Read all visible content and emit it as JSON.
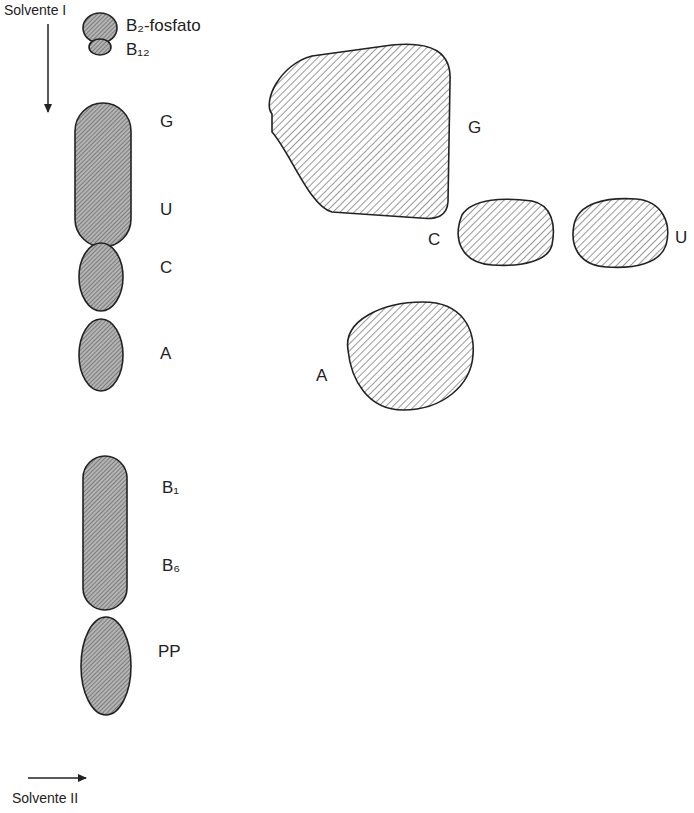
{
  "diagram": {
    "nodes": [
      {
        "text": [
          "B₂-fosfato"
        ]
      },
      {
        "text": [
          "B₁₂"
        ]
      },
      {
        "text": [
          "G",
          "U"
        ]
      },
      {
        "text": [
          "C"
        ]
      },
      {
        "text": [
          "A"
        ]
      },
      {
        "text": [
          "B₁",
          "B₆"
        ]
      },
      {
        "text": [
          "PP"
        ]
      },
      {
        "text": [
          "G"
        ]
      },
      {
        "text": [
          "C"
        ]
      },
      {
        "text": [
          "U"
        ]
      },
      {
        "text": [
          "A"
        ]
      }
    ],
    "labels": [
      "Solvente I",
      "Solvente II"
    ]
  }
}
